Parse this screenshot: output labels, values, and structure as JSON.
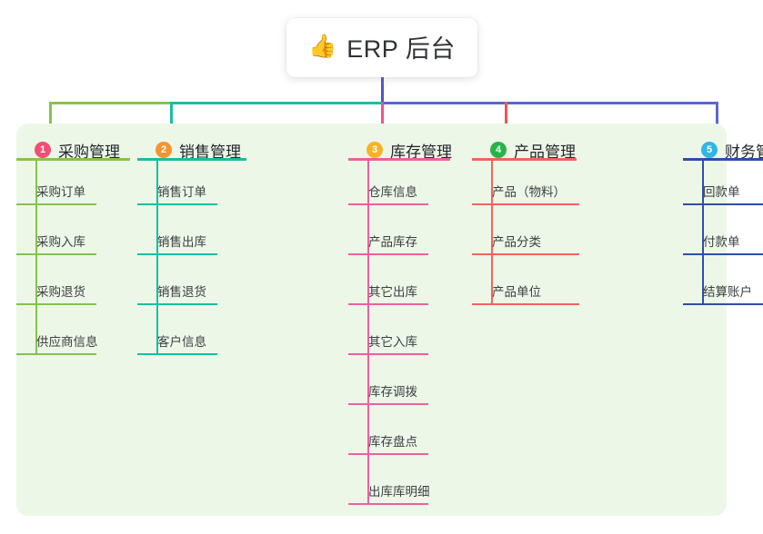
{
  "page": {
    "background": "#ffffff",
    "panel_color": "#edf7e7"
  },
  "root": {
    "icon": "thumbs-up-icon",
    "emoji": "👍",
    "title": "ERP 后台"
  },
  "connectors": {
    "stem_color": "#4a57c4",
    "bus_colors": [
      "#84c44a",
      "#17bfa4",
      "#5a68cf"
    ],
    "drop_colors": [
      "#84c44a",
      "#17bfa4",
      "#ef4f92",
      "#f2564e",
      "#5a68cf"
    ]
  },
  "columns": [
    {
      "number": "1",
      "title": "采购管理",
      "badge_color": "#f24f73",
      "accent_color": "#84c44a",
      "items": [
        {
          "label": "采购订单"
        },
        {
          "label": "采购入库"
        },
        {
          "label": "采购退货"
        },
        {
          "label": "供应商信息"
        }
      ]
    },
    {
      "number": "2",
      "title": "销售管理",
      "badge_color": "#f59331",
      "accent_color": "#17bfa4",
      "items": [
        {
          "label": "销售订单"
        },
        {
          "label": "销售出库"
        },
        {
          "label": "销售退货"
        },
        {
          "label": "客户信息"
        }
      ]
    },
    {
      "number": "3",
      "title": "库存管理",
      "badge_color": "#f5b424",
      "accent_color": "#ef5fa0",
      "items": [
        {
          "label": "仓库信息"
        },
        {
          "label": "产品库存"
        },
        {
          "label": "其它出库"
        },
        {
          "label": "其它入库"
        },
        {
          "label": "库存调拨"
        },
        {
          "label": "库存盘点"
        },
        {
          "label": "出库库明细"
        }
      ]
    },
    {
      "number": "4",
      "title": "产品管理",
      "badge_color": "#27b34a",
      "accent_color": "#f4635c",
      "items": [
        {
          "label": "产品（物料）"
        },
        {
          "label": "产品分类"
        },
        {
          "label": "产品单位"
        }
      ]
    },
    {
      "number": "5",
      "title": "财务管理",
      "badge_color": "#33b5e8",
      "accent_color": "#2d4fa8",
      "items": [
        {
          "label": "回款单"
        },
        {
          "label": "付款单"
        },
        {
          "label": "结算账户"
        }
      ]
    }
  ]
}
